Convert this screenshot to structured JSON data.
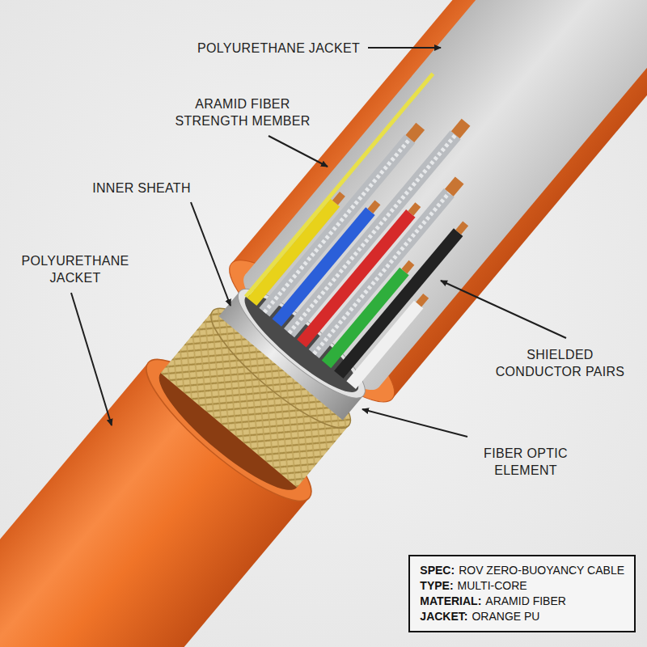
{
  "diagram": {
    "nodes": [
      {
        "text": [
          "SPEC:",
          "ROV ZERO-BUOYANCY CABLE",
          "TYPE:",
          "MULTI-CORE",
          "MATERIAL:",
          "ARAMID FIBER",
          "JACKET:",
          "ORANGE PU"
        ]
      }
    ],
    "labels": [
      "POLYURETHANE JACKET",
      "ARAMID FIBER STRENGTH MEMBER",
      "INNER SHEATH",
      "POLYURETHANE JACKET",
      "SHIELDED CONDUCTOR PAIRS",
      "FIBER OPTIC ELEMENT"
    ]
  }
}
